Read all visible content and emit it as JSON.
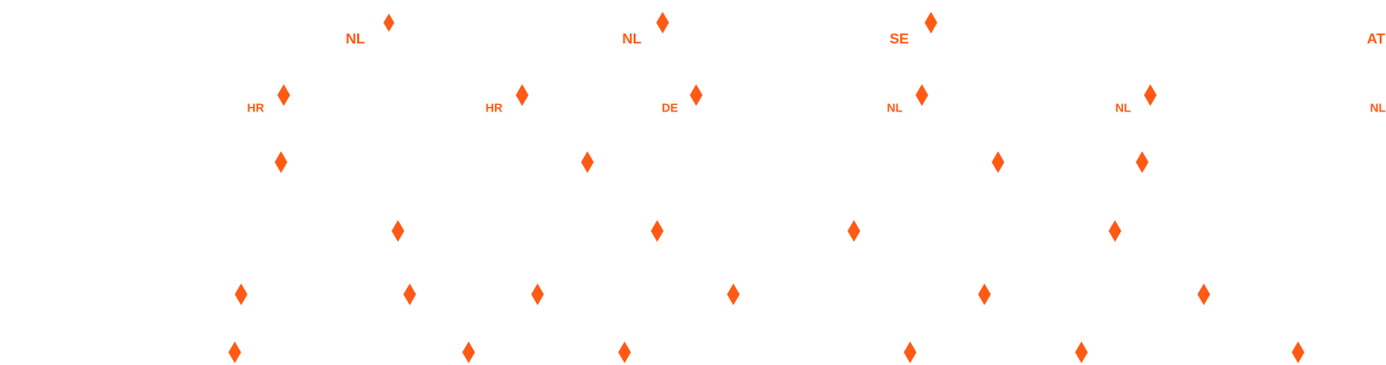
{
  "colors": {
    "accent": "#ff5a14",
    "background": "#ffffff"
  },
  "marker_icon": "diamond-icon",
  "labels": {
    "row1": [
      "NL",
      "NL",
      "SE",
      "AT"
    ],
    "row2": [
      "HR",
      "HR",
      "DE",
      "NL",
      "NL",
      "NL"
    ]
  }
}
